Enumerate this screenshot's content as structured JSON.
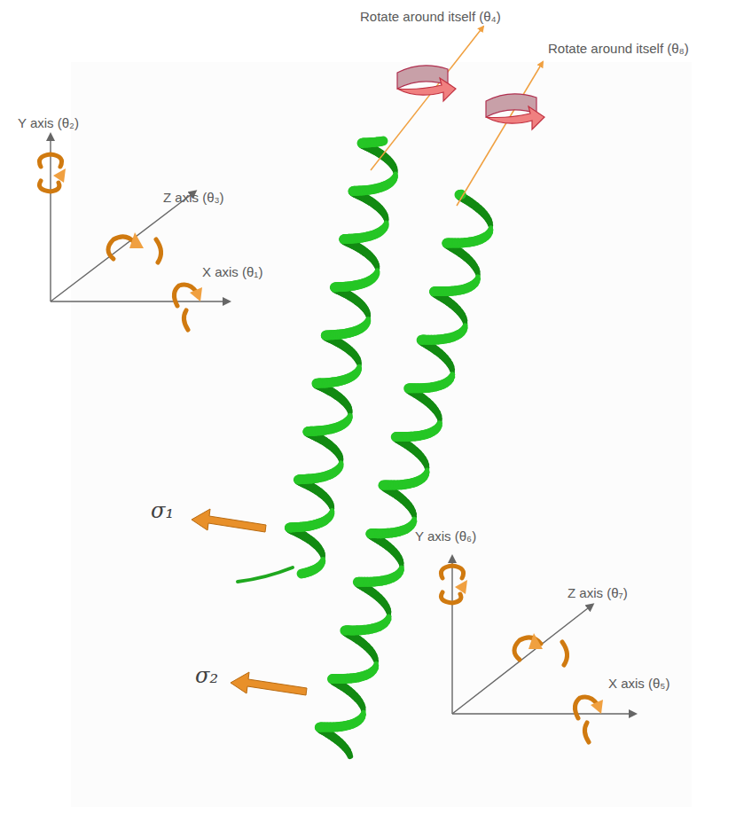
{
  "diagram": {
    "labels": [
      "Rotate around itself (θ₄)",
      "Rotate around itself (θ₈)",
      "Y axis (θ₂)",
      "Z axis (θ₃)",
      "X axis (θ₁)",
      "σ₁",
      "σ₂",
      "Y axis (θ₆)",
      "Z axis (θ₇)",
      "X axis (θ₅)"
    ]
  }
}
